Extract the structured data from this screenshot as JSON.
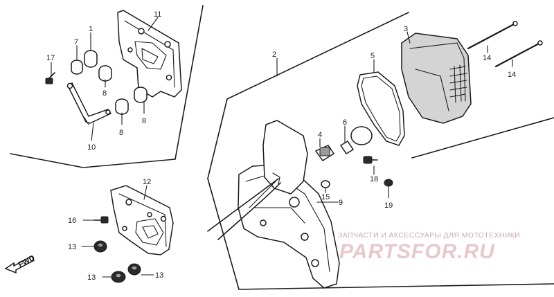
{
  "callouts": [
    {
      "id": "1",
      "text": "1"
    },
    {
      "id": "2",
      "text": "2"
    },
    {
      "id": "3",
      "text": "3"
    },
    {
      "id": "4",
      "text": "4"
    },
    {
      "id": "5",
      "text": "5"
    },
    {
      "id": "6",
      "text": "6"
    },
    {
      "id": "7",
      "text": "7"
    },
    {
      "id": "8a",
      "text": "8"
    },
    {
      "id": "8b",
      "text": "8"
    },
    {
      "id": "8c",
      "text": "8"
    },
    {
      "id": "9",
      "text": "9"
    },
    {
      "id": "10",
      "text": "10"
    },
    {
      "id": "11",
      "text": "11"
    },
    {
      "id": "12",
      "text": "12"
    },
    {
      "id": "13a",
      "text": "13"
    },
    {
      "id": "13b",
      "text": "13"
    },
    {
      "id": "13c",
      "text": "13"
    },
    {
      "id": "14a",
      "text": "14"
    },
    {
      "id": "14b",
      "text": "14"
    },
    {
      "id": "15",
      "text": "15"
    },
    {
      "id": "16",
      "text": "16"
    },
    {
      "id": "17",
      "text": "17"
    },
    {
      "id": "18",
      "text": "18"
    },
    {
      "id": "19",
      "text": "19"
    }
  ],
  "fwd_label": "FWD",
  "watermark": {
    "tagline": "ЗАПЧАСТИ И АКСЕССУАРЫ ДЛЯ МОТОТЕХНИКИ",
    "brand": "PARTSFOR.RU"
  }
}
